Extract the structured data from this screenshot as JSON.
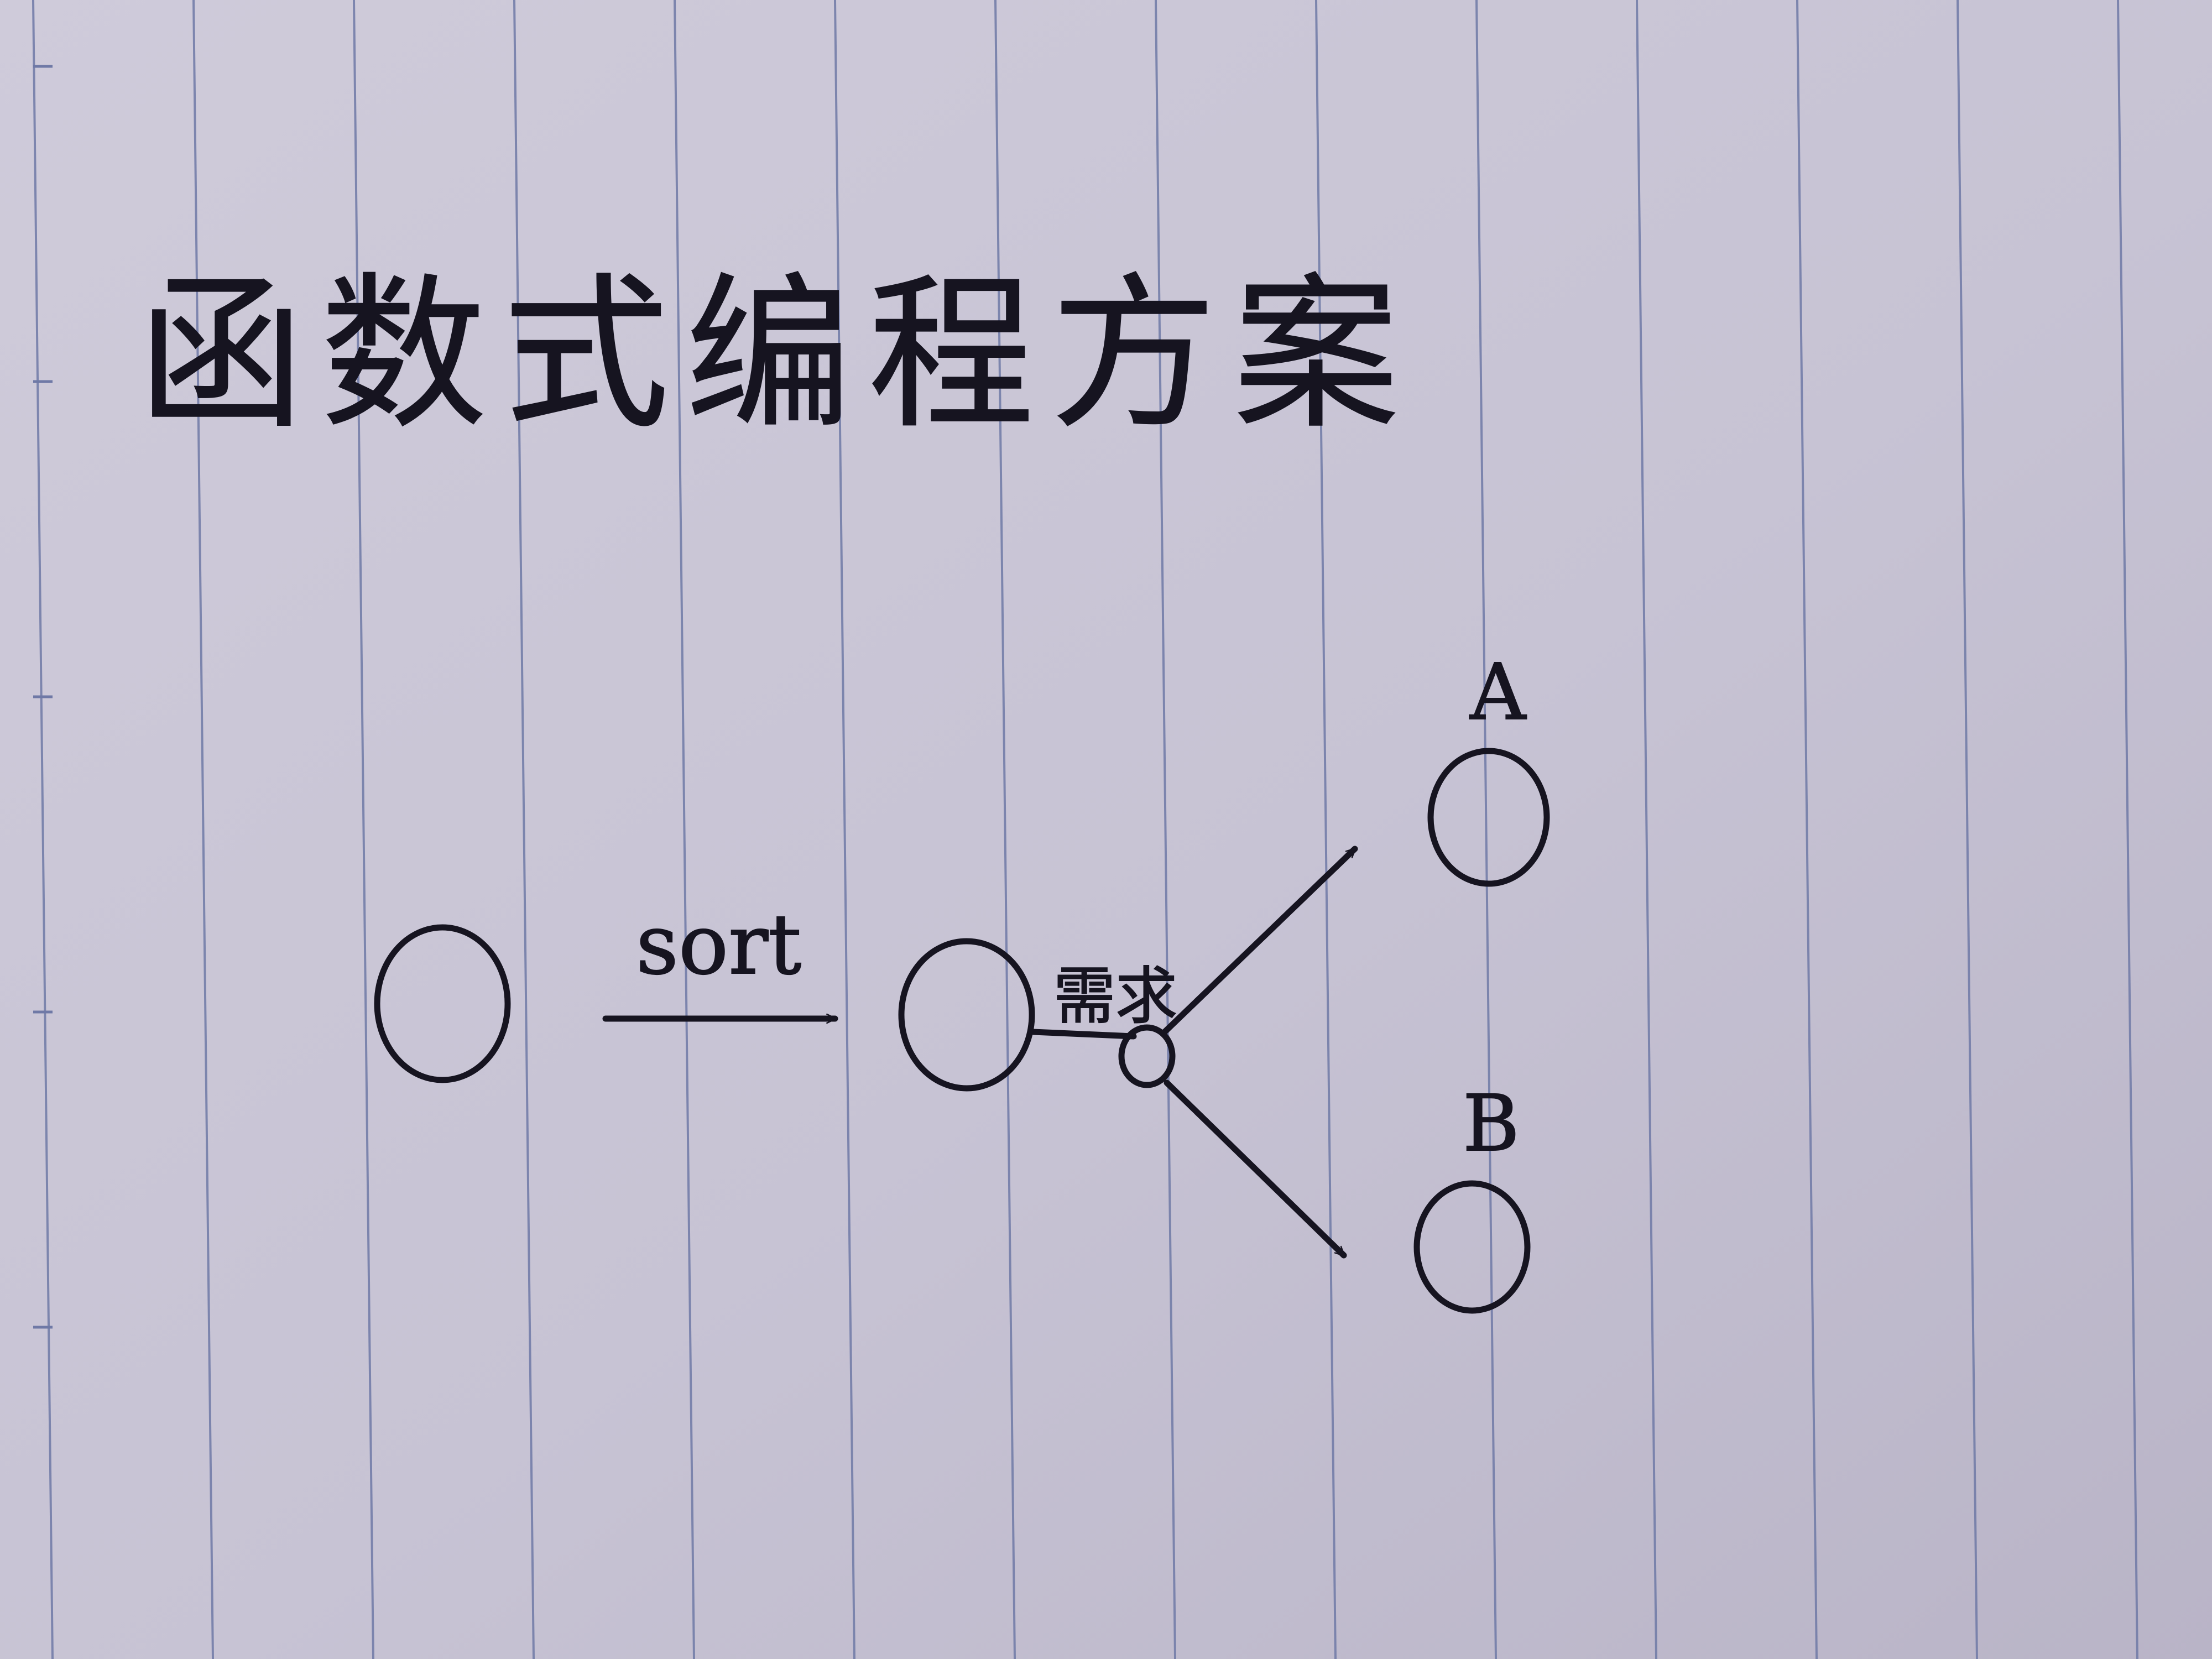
{
  "title": "函数式编程方案",
  "diagram": {
    "edge_sort_label": "sort",
    "edge_need_label": "需求",
    "node_a_label": "A",
    "node_b_label": "B"
  },
  "colors": {
    "paper": "#c9c6d6",
    "rule_line": "#6f79a6",
    "ink": "#161420"
  }
}
